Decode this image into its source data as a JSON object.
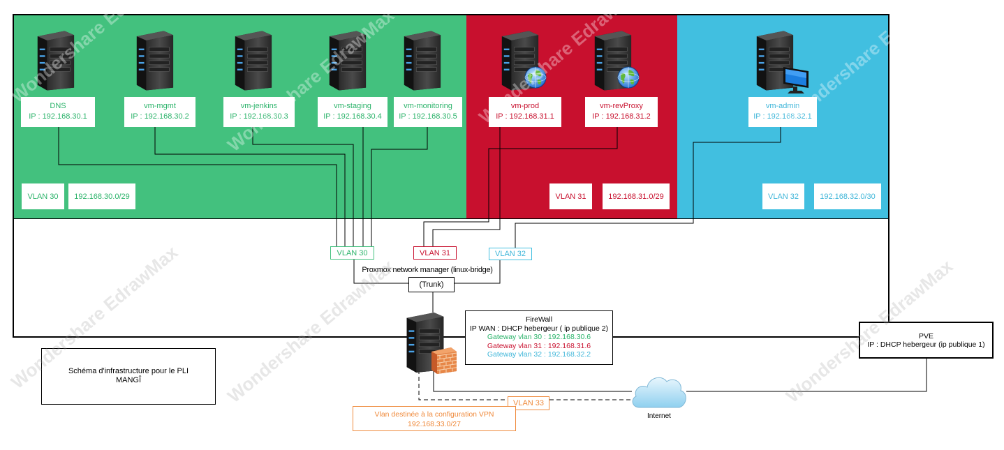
{
  "zones": {
    "green": {
      "color": "#43c17e"
    },
    "red": {
      "color": "#c8102e"
    },
    "blue": {
      "color": "#41bfe0"
    }
  },
  "servers": [
    {
      "name": "DNS",
      "ip": "IP : 192.168.30.1",
      "vlan": "30"
    },
    {
      "name": "vm-mgmt",
      "ip": "IP : 192.168.30.2",
      "vlan": "30"
    },
    {
      "name": "vm-jenkins",
      "ip": "IP : 192.168.30.3",
      "vlan": "30"
    },
    {
      "name": "vm-staging",
      "ip": "IP : 192.168.30.4",
      "vlan": "30"
    },
    {
      "name": "vm-monitoring",
      "ip": "IP : 192.168.30.5",
      "vlan": "30"
    },
    {
      "name": "vm-prod",
      "ip": "IP : 192.168.31.1",
      "vlan": "31",
      "icon": "globe-icon"
    },
    {
      "name": "vm-revProxy",
      "ip": "IP : 192.168.31.2",
      "vlan": "31",
      "icon": "globe-icon"
    },
    {
      "name": "vm-admin",
      "ip": "IP : 192.168.32.1",
      "vlan": "32",
      "icon": "monitor-icon"
    }
  ],
  "zone_tags": {
    "green": {
      "vlan": "VLAN 30",
      "subnet": "192.168.30.0/29"
    },
    "red": {
      "vlan": "VLAN 31",
      "subnet": "192.168.31.0/29"
    },
    "blue": {
      "vlan": "VLAN 32",
      "subnet": "192.168.32.0/30"
    }
  },
  "bridge": {
    "vlan30": "VLAN 30",
    "vlan31": "VLAN 31",
    "vlan32": "VLAN 32",
    "label": "Proxmox network manager (linux-bridge)",
    "trunk": "(Trunk)"
  },
  "firewall": {
    "title": "FireWall",
    "wan": "IP WAN : DHCP hebergeur ( ip publique 2)",
    "gw30": "Gateway vlan 30 : 192.168.30.6",
    "gw31": "Gateway vlan 31 : 192.168.31.6",
    "gw32": "Gateway vlan 32 : 192.168.32.2",
    "icon": "firewall-icon"
  },
  "pve": {
    "title": "PVE",
    "ip": "IP : DHCP hebergeur (ip publique 1)"
  },
  "vpn": {
    "vlan": "VLAN 33",
    "line1": "Vlan destinée à la configuration VPN",
    "line2": "192.168.33.0/27"
  },
  "internet": {
    "label": "Internet",
    "icon": "cloud-icon"
  },
  "caption": {
    "line1": "Schéma d'infrastructure pour le PLI",
    "line2": "MANGÎ"
  },
  "watermark": "Wondershare EdrawMax"
}
